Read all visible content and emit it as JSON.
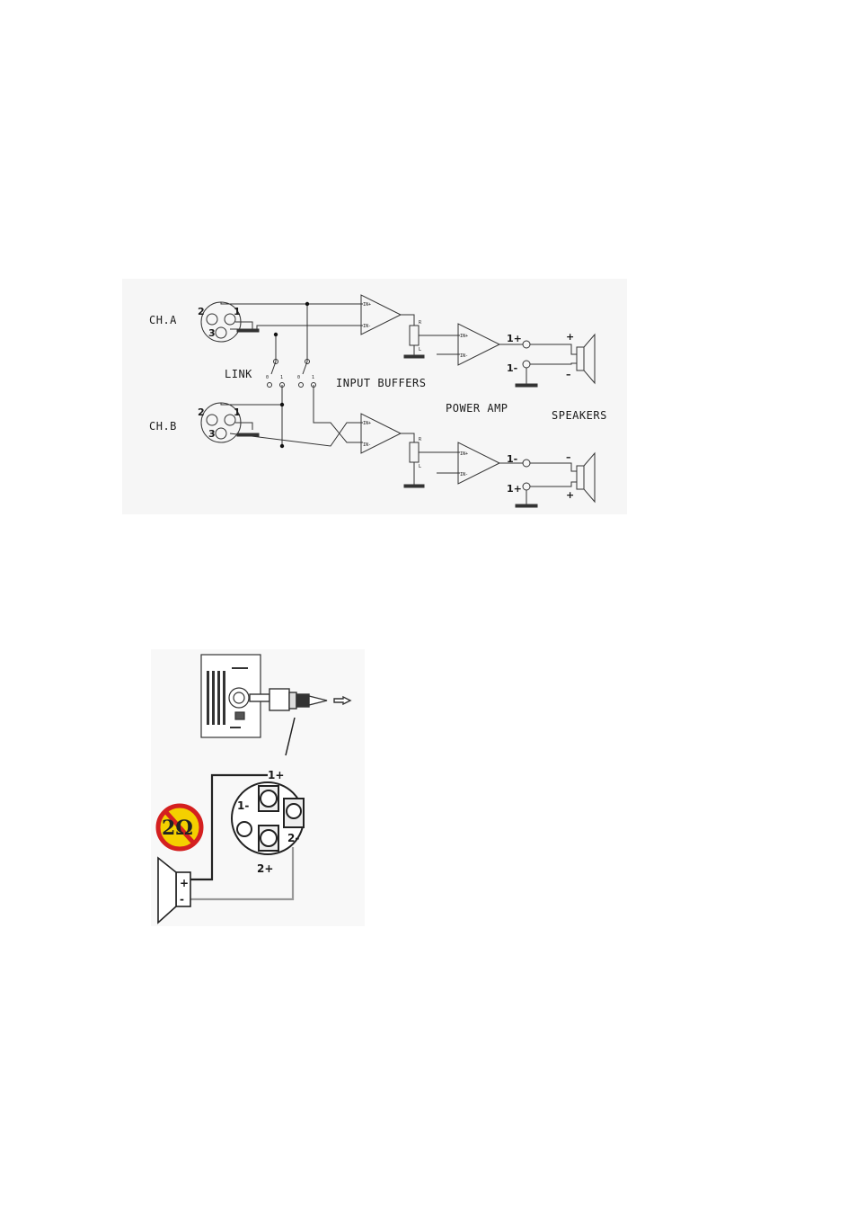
{
  "schematic": {
    "channel_a": "CH.A",
    "channel_b": "CH.B",
    "link": "LINK",
    "input_buffers": "INPUT BUFFERS",
    "power_amp": "POWER AMP",
    "speakers": "SPEAKERS",
    "xlr_pins": [
      "1",
      "2",
      "3"
    ],
    "buffer_inputs": [
      "IN+",
      "IN-"
    ],
    "pot_terminals": [
      "R",
      "L"
    ],
    "switch_positions": [
      "0",
      "1"
    ],
    "outputs_a": [
      "1+",
      "1-"
    ],
    "outputs_b": [
      "1-",
      "1+"
    ],
    "speaker_a_polarity": [
      "+",
      "–"
    ],
    "speaker_b_polarity": [
      "–",
      "+"
    ]
  },
  "connector": {
    "warning": "2Ω",
    "pins": [
      "1+",
      "1-",
      "2-",
      "2+"
    ],
    "speaker_polarity": [
      "+",
      "-"
    ]
  }
}
